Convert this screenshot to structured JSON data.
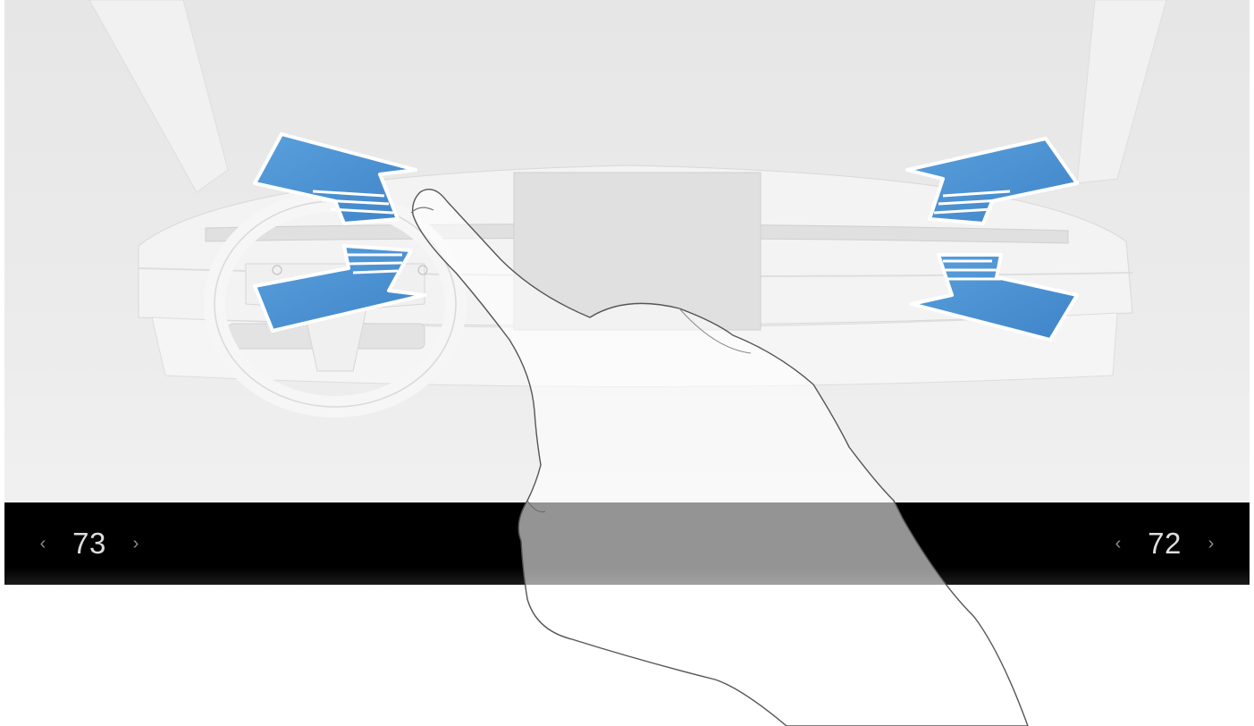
{
  "climate": {
    "driver": {
      "temperature": "73",
      "decrease_icon": "chevron-left",
      "increase_icon": "chevron-right"
    },
    "passenger": {
      "temperature": "72",
      "decrease_icon": "chevron-left",
      "increase_icon": "chevron-right"
    }
  },
  "glyphs": {
    "left": "‹",
    "right": "›"
  },
  "colors": {
    "airflow_arrow": "#4a90d0",
    "bar_background": "#000000",
    "scene_background": "#e9e9e9"
  }
}
